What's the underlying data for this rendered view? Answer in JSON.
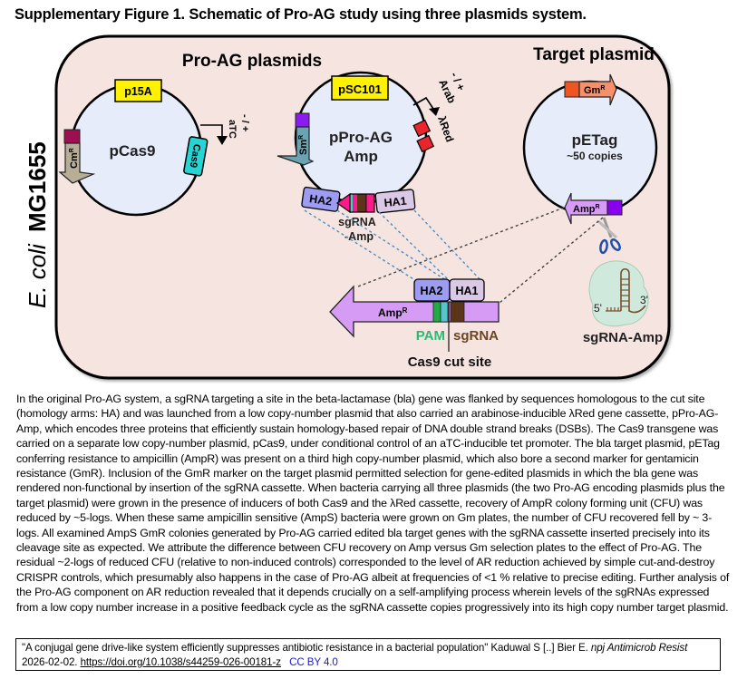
{
  "figure": {
    "title": "Supplementary Figure 1. Schematic of Pro-AG study using three plasmids system.",
    "host_label_italic": "E. coli",
    "host_label_bold": "MG1655",
    "sections": {
      "pro_ag": "Pro-AG plasmids",
      "target": "Target plasmid"
    },
    "colors": {
      "cell_fill": "#f5e4e0",
      "plasmid_fill": "#e6ecfa",
      "origin_yellow": "#fff200",
      "cas9_cyan": "#27d4d4",
      "cm_tan": "#b8ae97",
      "cm_promoter": "#9b1050",
      "sm_teal": "#6aa4b3",
      "sm_promoter": "#8a1cf0",
      "red_lambda": "#e8262b",
      "ha2_blue": "#9c9cf2",
      "ha1_lilac": "#dbc8e6",
      "sgrna_pink": "#ff1a8c",
      "sgrna_brown": "#5a3518",
      "amp_violet": "#d69cf5",
      "amp_promoter": "#8800ee",
      "gm_orange": "#f7906a",
      "gm_promoter": "#ee5522",
      "pam_green": "#22aa44",
      "cut_teal": "#55c4cc",
      "sgrna_blob": "#cfe9dc",
      "scissors_blue": "#1f4fa8",
      "dash_blue": "#4a90c8"
    },
    "pcas9": {
      "name": "pCas9",
      "origin": "p15A",
      "resistance": "Cm",
      "resistance_sup": "R",
      "gene": "Cas9",
      "inducer": "aTC",
      "inducer_state": "- / +"
    },
    "ppro_ag": {
      "name_line1": "pPro-AG",
      "name_line2": "Amp",
      "origin": "pSC101",
      "resistance": "Sm",
      "resistance_sup": "R",
      "gene": "λRed",
      "inducer": "Arab",
      "inducer_state": "- / +",
      "ha2": "HA2",
      "ha1": "HA1",
      "cassette_line1": "sgRNA",
      "cassette_line2": "-Amp"
    },
    "petag": {
      "name": "pETag",
      "copies": "~50 copies",
      "marker_top": "Gm",
      "marker_top_sup": "R",
      "marker_bottom": "Amp",
      "marker_bottom_sup": "R"
    },
    "target_locus": {
      "gene": "Amp",
      "gene_sup": "R",
      "ha2": "HA2",
      "ha1": "HA1",
      "pam": "PAM",
      "sgrna": "sgRNA",
      "cut_site": "Cas9 cut site"
    },
    "sgrna_amp": {
      "five_prime": "5'",
      "three_prime": "3'",
      "label": "sgRNA-Amp"
    }
  },
  "body_text": "In the original Pro-AG system, a sgRNA targeting a site in the beta-lactamase (bla) gene was flanked by sequences homologous to the cut site (homology arms: HA) and was launched from a low copy-number plasmid that also carried an arabinose-inducible λRed gene cassette, pPro-AG-Amp, which encodes three proteins that efficiently sustain homology-based repair of DNA double strand breaks (DSBs). The Cas9 transgene was carried on a separate low copy-number plasmid, pCas9, under conditional control of an aTC-inducible tet promoter. The bla target plasmid, pETag conferring resistance to ampicillin (AmpR) was present on a third high copy-number plasmid, which also bore a second marker for gentamicin resistance (GmR). Inclusion of the GmR marker on the target plasmid permitted selection for gene-edited plasmids in which the bla gene was rendered non-functional by insertion of the sgRNA cassette. When bacteria carrying all three plasmids (the two Pro-AG encoding plasmids plus the target plasmid) were grown in the presence of inducers of both Cas9 and the λRed cassette, recovery of AmpR colony forming unit (CFU) was reduced by ~5-logs. When these same ampicillin sensitive (AmpS) bacteria were grown on Gm plates, the number of CFU recovered fell by ~ 3-logs. All examined AmpS GmR colonies generated by Pro-AG carried edited bla target genes with the sgRNA cassette inserted precisely into its cleavage site as expected. We attribute the difference between CFU recovery on Amp versus Gm selection plates to the effect of Pro-AG. The residual ~2-logs of reduced CFU (relative to non-induced controls) corresponded to the level of AR reduction achieved by simple cut-and-destroy CRISPR controls, which presumably also happens in the case of Pro-AG albeit at frequencies of <1 % relative to precise editing. Further analysis of the Pro-AG component on AR reduction revealed that it depends crucially on a self-amplifying process wherein levels of the sgRNAs expressed from a low copy number increase in a positive feedback cycle as the sgRNA cassette copies progressively into its high copy number target plasmid.",
  "citation": {
    "title": "\"A conjugal gene drive-like system efficiently suppresses antibiotic resistance in a bacterial population\" Kaduwal S [..] Bier E.",
    "journal": "npj Antimicrob Resist",
    "date": "2026-02-02.",
    "doi": "https://doi.org/10.1038/s44259-026-00181-z",
    "license": "CC BY 4.0"
  }
}
